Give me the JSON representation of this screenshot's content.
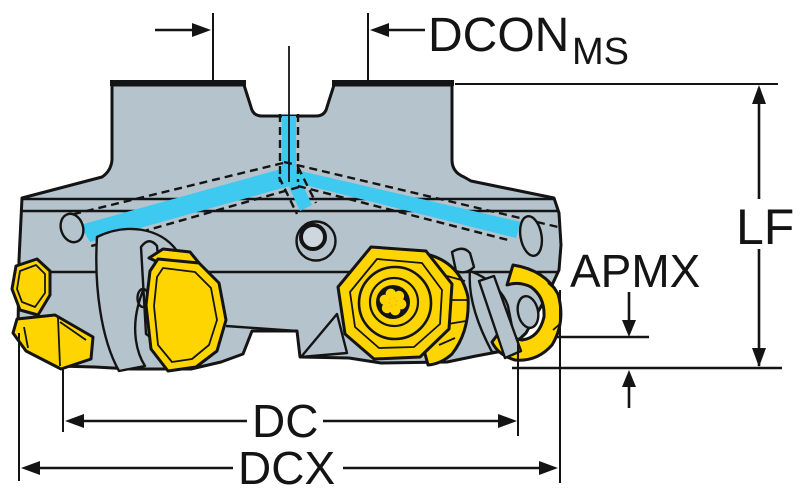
{
  "drawing": {
    "kind": "technical-dimension-drawing",
    "subject": "face-milling-cutter-with-coolant-channels",
    "labels": {
      "dcon": "DCON",
      "dcon_sub": "MS",
      "lf": "LF",
      "apmx": "APMX",
      "dc": "DC",
      "dcx": "DCX"
    },
    "colors": {
      "background": "#ffffff",
      "body": "#b5c3cc",
      "coolant": "#3ec9f1",
      "insert": "#fed501",
      "outline": "#141414"
    }
  }
}
